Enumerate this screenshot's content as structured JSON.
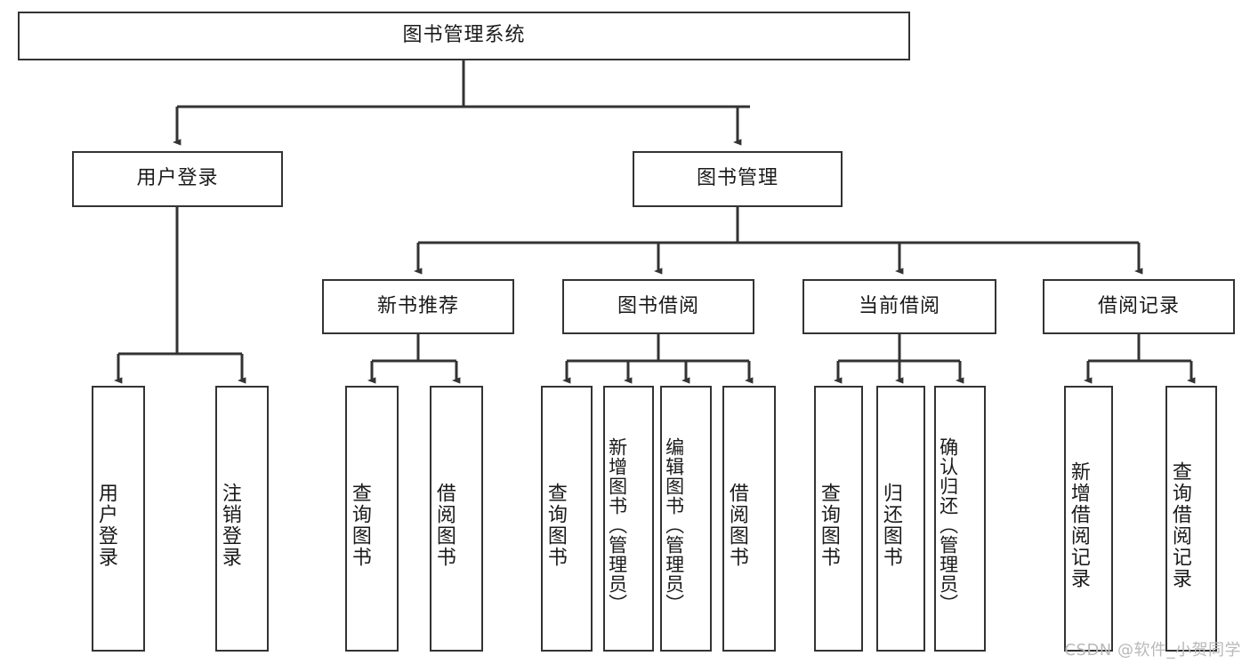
{
  "diagram": {
    "title": "图书管理系统",
    "type": "tree-hierarchy",
    "watermark": "CSDN @软件_小贺同学",
    "colors": {
      "border": "#333333",
      "background": "#ffffff",
      "text": "#1a1a1a",
      "connector": "#333333",
      "watermark": "#b9b9b9"
    },
    "nodes": {
      "root": {
        "label": "图书管理系统"
      },
      "level2": [
        {
          "label": "用户登录"
        },
        {
          "label": "图书管理"
        }
      ],
      "level3": [
        {
          "label": "新书推荐"
        },
        {
          "label": "图书借阅"
        },
        {
          "label": "当前借阅"
        },
        {
          "label": "借阅记录"
        }
      ],
      "leaves": {
        "user_login": [
          {
            "label": "用户登录"
          },
          {
            "label": "注销登录"
          }
        ],
        "new_book_recommend": [
          {
            "label": "查询图书"
          },
          {
            "label": "借阅图书"
          }
        ],
        "book_borrow": [
          {
            "label": "查询图书"
          },
          {
            "label": "新增图书（管理员）"
          },
          {
            "label": "编辑图书（管理员）"
          },
          {
            "label": "借阅图书"
          }
        ],
        "current_borrow": [
          {
            "label": "查询图书"
          },
          {
            "label": "归还图书"
          },
          {
            "label": "确认归还（管理员）"
          }
        ],
        "borrow_record": [
          {
            "label": "新增借阅记录"
          },
          {
            "label": "查询借阅记录"
          }
        ]
      }
    }
  }
}
